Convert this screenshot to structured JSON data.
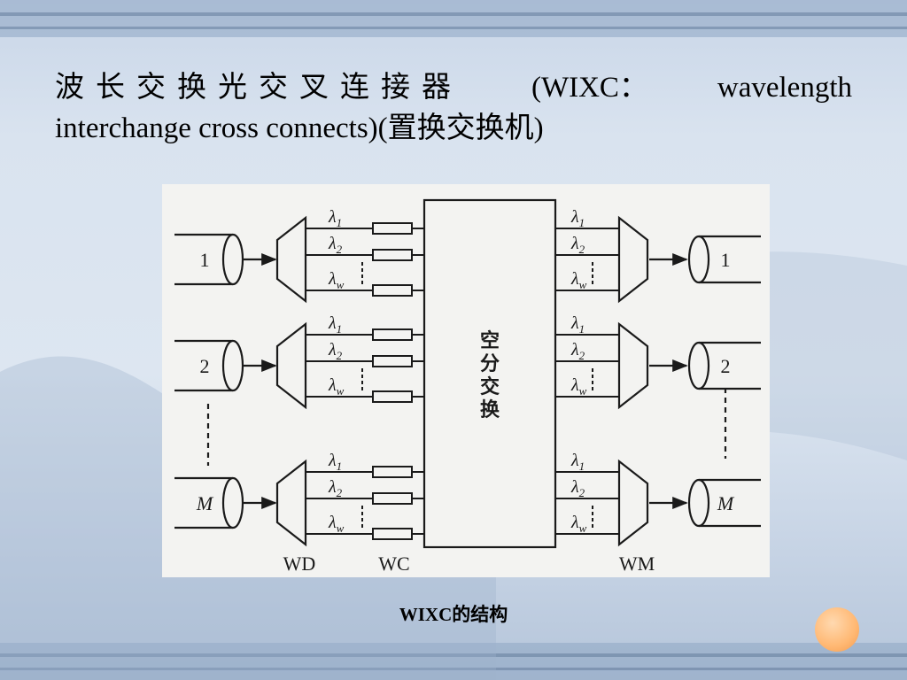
{
  "slide": {
    "title_line1_cjk": "波长交换光交叉连接器",
    "title_line1_mid": "(WIXC：",
    "title_line1_end": "wavelength",
    "title_line2": "interchange cross connects)(置换交换机)",
    "caption": "WIXC的结构"
  },
  "diagram": {
    "inputs": [
      "1",
      "2",
      "M"
    ],
    "outputs": [
      "1",
      "2",
      "M"
    ],
    "lambda_labels": [
      "λ1",
      "λ2",
      "λw"
    ],
    "switch_label": [
      "空",
      "分",
      "交",
      "换"
    ],
    "block_labels": {
      "wd": "WD",
      "wc": "WC",
      "wm": "WM"
    }
  },
  "colors": {
    "accent_orb": "#ffb873",
    "figure_bg": "#f3f3f1",
    "ink": "#1a1a1a"
  }
}
